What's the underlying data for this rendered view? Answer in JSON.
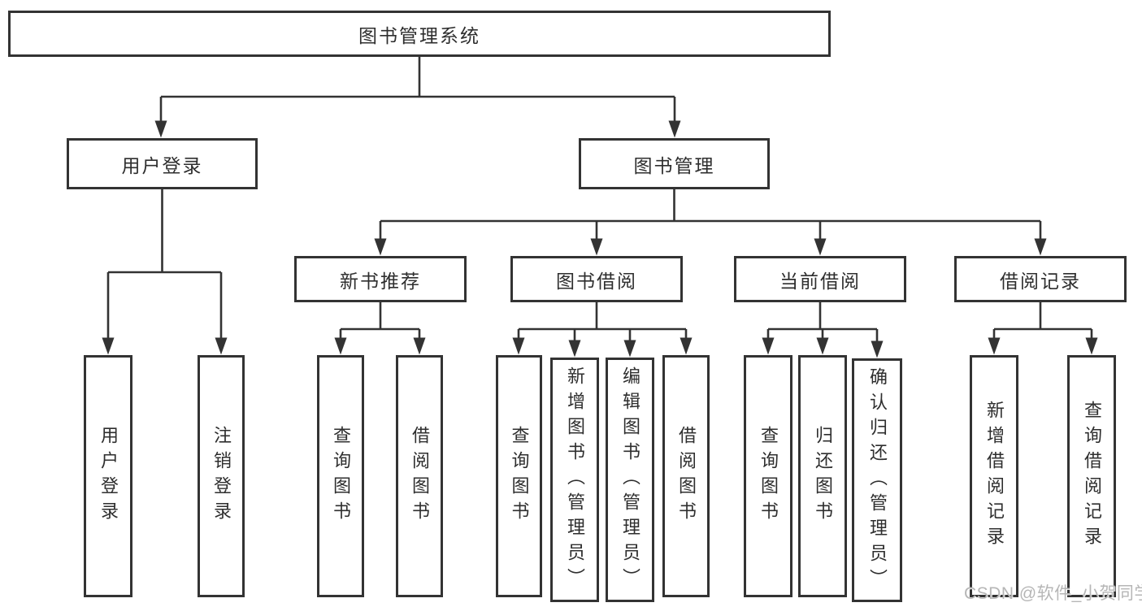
{
  "tree": {
    "label": "图书管理系统",
    "children": [
      {
        "label": "用户登录",
        "children": [
          {
            "label": "用户登录"
          },
          {
            "label": "注销登录"
          }
        ]
      },
      {
        "label": "图书管理",
        "children": [
          {
            "label": "新书推荐",
            "children": [
              {
                "label": "查询图书"
              },
              {
                "label": "借阅图书"
              }
            ]
          },
          {
            "label": "图书借阅",
            "children": [
              {
                "label": "查询图书"
              },
              {
                "label": "新增图书（管理员）"
              },
              {
                "label": "编辑图书（管理员）"
              },
              {
                "label": "借阅图书"
              }
            ]
          },
          {
            "label": "当前借阅",
            "children": [
              {
                "label": "查询图书"
              },
              {
                "label": "归还图书"
              },
              {
                "label": "确认归还（管理员）"
              }
            ]
          },
          {
            "label": "借阅记录",
            "children": [
              {
                "label": "新增借阅记录"
              },
              {
                "label": "查询借阅记录"
              }
            ]
          }
        ]
      }
    ]
  },
  "watermark": {
    "text": "CSDN @软件_小贺同学"
  },
  "colors": {
    "line": "#333333",
    "text": "#2e2e2e",
    "background": "#ffffff",
    "watermark": "#b6b6b6"
  }
}
